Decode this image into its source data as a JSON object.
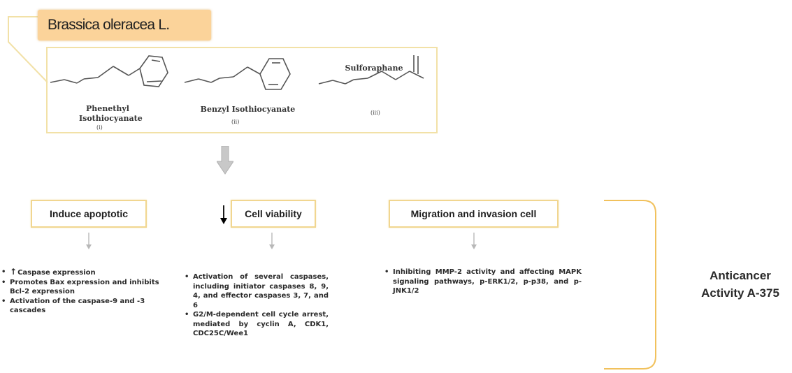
{
  "species": "Brassica oleracea L.",
  "compounds": [
    {
      "name": "Phenethyl Isothiocyanate",
      "numeral": "(i)"
    },
    {
      "name": "Benzyl Isothiocyanate",
      "numeral": "(ii)"
    },
    {
      "name": "Sulforaphane",
      "numeral": "(iii)"
    }
  ],
  "categories": [
    {
      "title": "Induce apoptotic",
      "effects": [
        {
          "prefix_arrow": "↑",
          "text": "Caspase expression"
        },
        {
          "text": "Promotes Bax expression and inhibits Bcl-2 expression"
        },
        {
          "text": "Activation of the caspase-9 and -3 cascades"
        }
      ]
    },
    {
      "title": "Cell viability",
      "title_prefix_arrow": "↓",
      "effects": [
        {
          "text": "Activation of several caspases, including initiator caspases 8, 9, 4, and effector caspases 3, 7, and 6"
        },
        {
          "text": "G2/M-dependent cell cycle arrest, mediated by cyclin A, CDK1, CDC25C/Wee1"
        }
      ]
    },
    {
      "title": "Migration and invasion cell",
      "effects": [
        {
          "text": "Inhibiting MMP-2 activity and affecting MAPK signaling pathways, p-ERK1/2, p-p38, and p-JNK1/2"
        }
      ]
    }
  ],
  "result": "Anticancer Activity A-375",
  "colors": {
    "title_fill": "#fbd39a",
    "frame_border": "#f2e1a7",
    "box_border": "#f1d690",
    "bracket": "#f1c15c",
    "arrow_gray": "#b8b8b8"
  }
}
